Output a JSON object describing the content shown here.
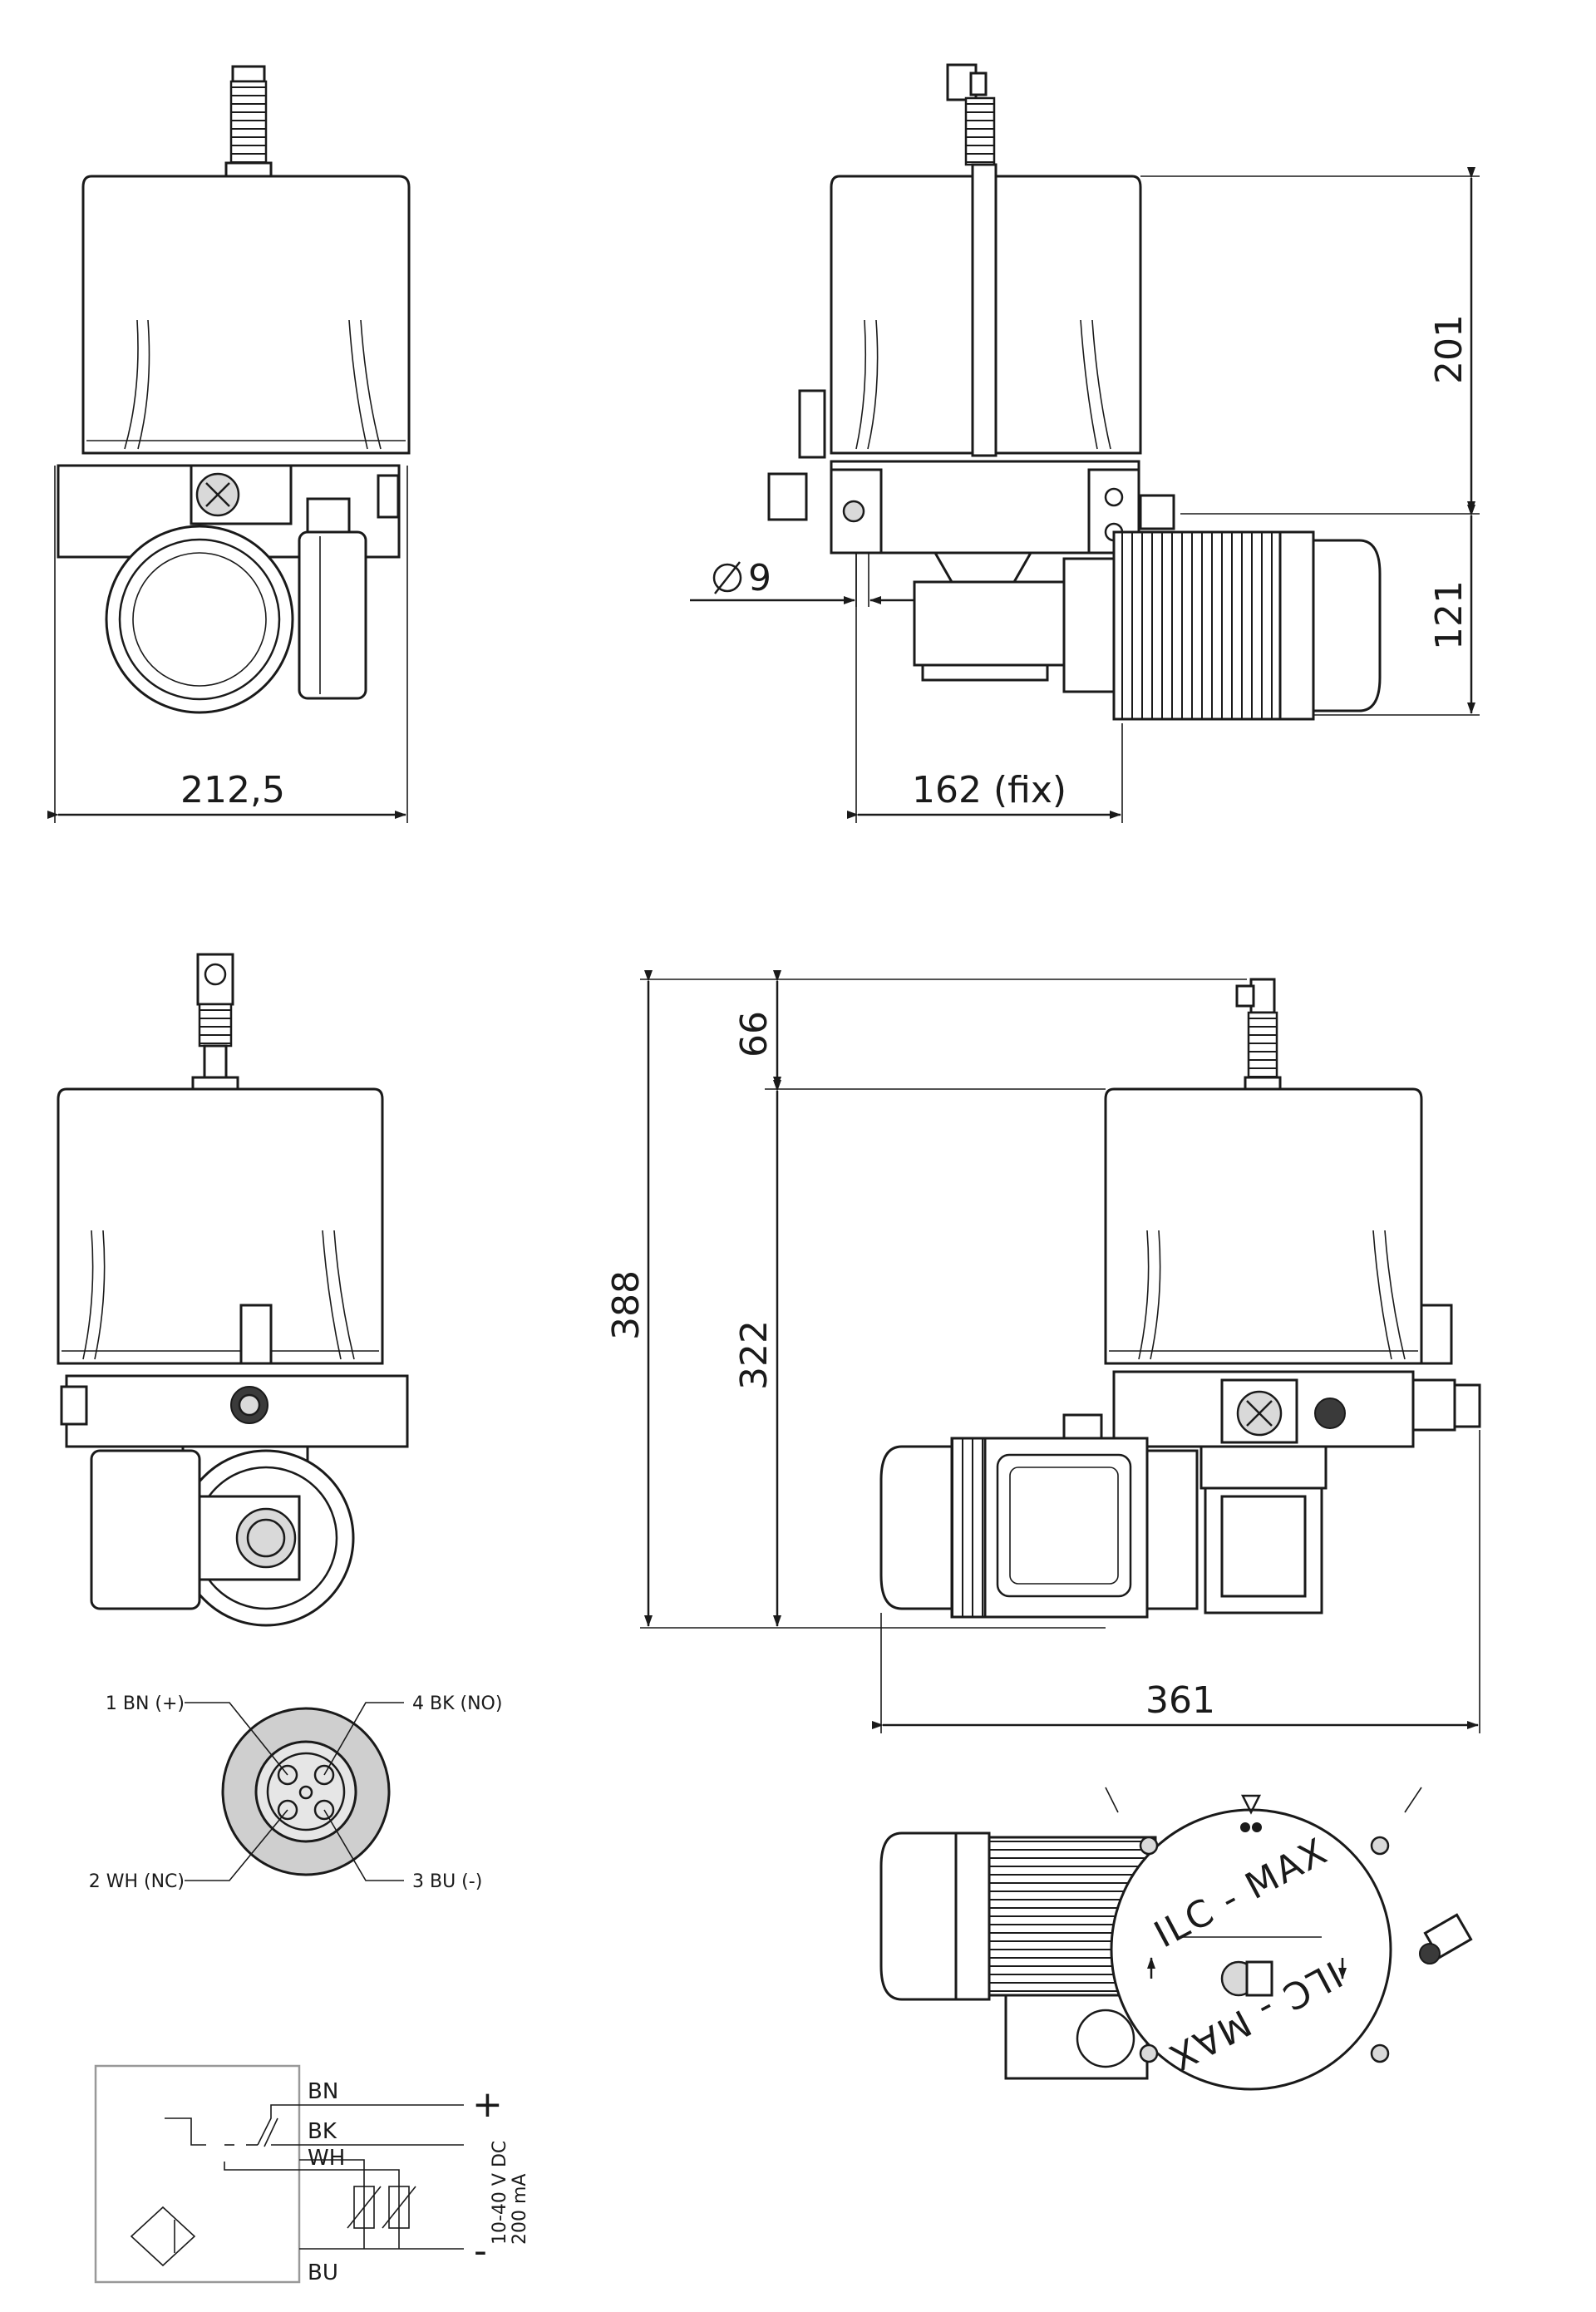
{
  "dimensions": {
    "front_width": "212,5",
    "side_height_upper": "201",
    "side_height_lower": "121",
    "hole_diameter": "9",
    "side_mount_width": "162 (fix)",
    "total_height": "388",
    "offset_height": "66",
    "reservoir_height": "322",
    "total_width": "361"
  },
  "connector_pins": {
    "pin1": "1 BN (+)",
    "pin2": "2 WH (NC)",
    "pin3": "3 BU (-)",
    "pin4": "4 BK (NO)"
  },
  "circuit": {
    "wire_bn": "BN",
    "wire_bk": "BK",
    "wire_wh": "WH",
    "wire_bu": "BU",
    "plus": "+",
    "minus": "-",
    "voltage": "10-40 V DC",
    "current": "200 mA"
  },
  "top_view": {
    "logo_top": "ILC - MAX",
    "logo_bottom": "ILC - MAX"
  }
}
